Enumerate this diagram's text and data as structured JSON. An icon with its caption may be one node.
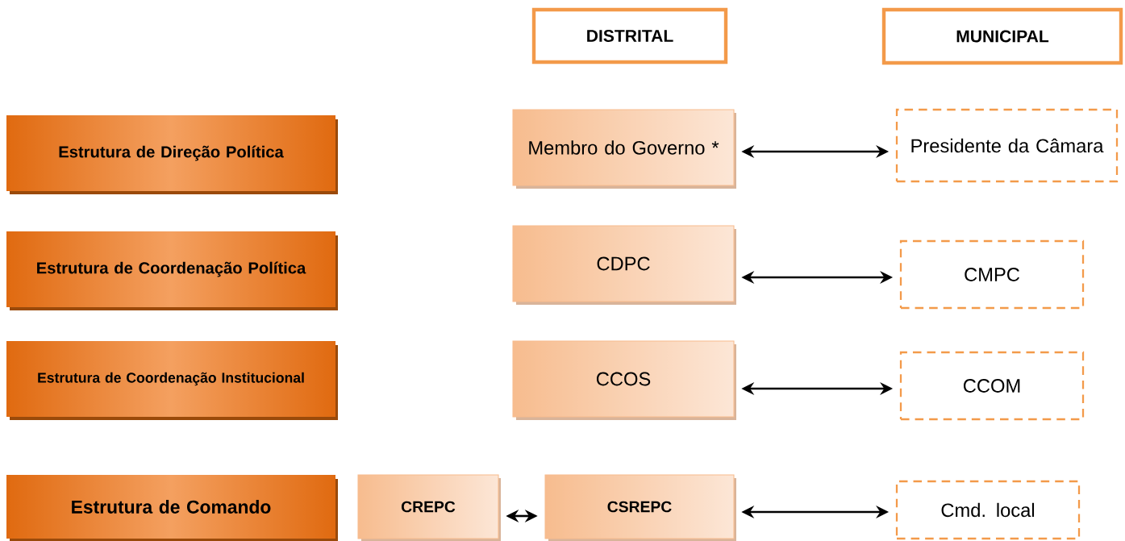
{
  "diagram": {
    "nodes": [
      {
        "text": [
          "DISTRITAL"
        ]
      },
      {
        "text": [
          "MUNICIPAL"
        ]
      },
      {
        "text": [
          "Estrutura de Direção Política"
        ]
      },
      {
        "text": [
          "Membro do Governo *"
        ]
      },
      {
        "text": [
          "Presidente da Câmara"
        ]
      },
      {
        "text": [
          "Estrutura de Coordenação Política"
        ]
      },
      {
        "text": [
          "CDPC"
        ]
      },
      {
        "text": [
          "CMPC"
        ]
      },
      {
        "text": [
          "Estrutura de Coordenação Institucional"
        ]
      },
      {
        "text": [
          "CCOS"
        ]
      },
      {
        "text": [
          "CCOM"
        ]
      },
      {
        "text": [
          "Estrutura de Comando"
        ]
      },
      {
        "text": [
          "CREPC"
        ]
      },
      {
        "text": [
          "CSREPC"
        ]
      },
      {
        "text": [
          "Cmd. local"
        ]
      }
    ],
    "edges": [
      {
        "from": 3,
        "to": 4,
        "arrow": "both"
      },
      {
        "from": 6,
        "to": 7,
        "arrow": "both"
      },
      {
        "from": 9,
        "to": 10,
        "arrow": "both"
      },
      {
        "from": 12,
        "to": 13,
        "arrow": "both"
      },
      {
        "from": 13,
        "to": 14,
        "arrow": "both"
      }
    ]
  }
}
